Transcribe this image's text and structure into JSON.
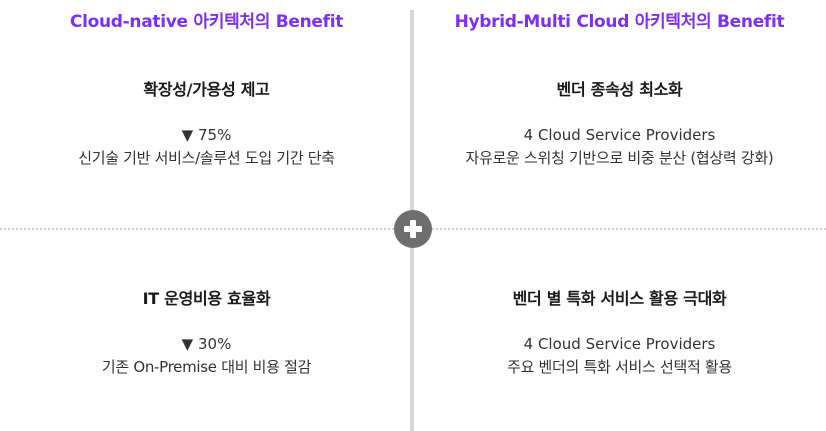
{
  "colors": {
    "accent": "#7b2ff7",
    "divider": "#d6d6d6",
    "plus_bg": "#6e6e6e"
  },
  "left_column": {
    "title": "Cloud-native 아키텍처의 Benefit"
  },
  "right_column": {
    "title": "Hybrid-Multi Cloud 아키텍처의 Benefit"
  },
  "plus_icon": "plus-icon",
  "cells": {
    "top_left": {
      "head": "확장성/가용성 제고",
      "line1": "▼ 75%",
      "line2": "신기술 기반 서비스/솔루션 도입 기간 단축"
    },
    "top_right": {
      "head": "벤더 종속성 최소화",
      "line1": "4 Cloud Service Providers",
      "line2": "자유로운 스위칭 기반으로 비중 분산 (협상력 강화)"
    },
    "bottom_left": {
      "head": "IT 운영비용 효율화",
      "line1": "▼ 30%",
      "line2": "기존 On-Premise 대비 비용 절감"
    },
    "bottom_right": {
      "head": "벤더 별 특화 서비스 활용 극대화",
      "line1": "4 Cloud Service Providers",
      "line2": "주요 벤더의 특화 서비스 선택적 활용"
    }
  }
}
